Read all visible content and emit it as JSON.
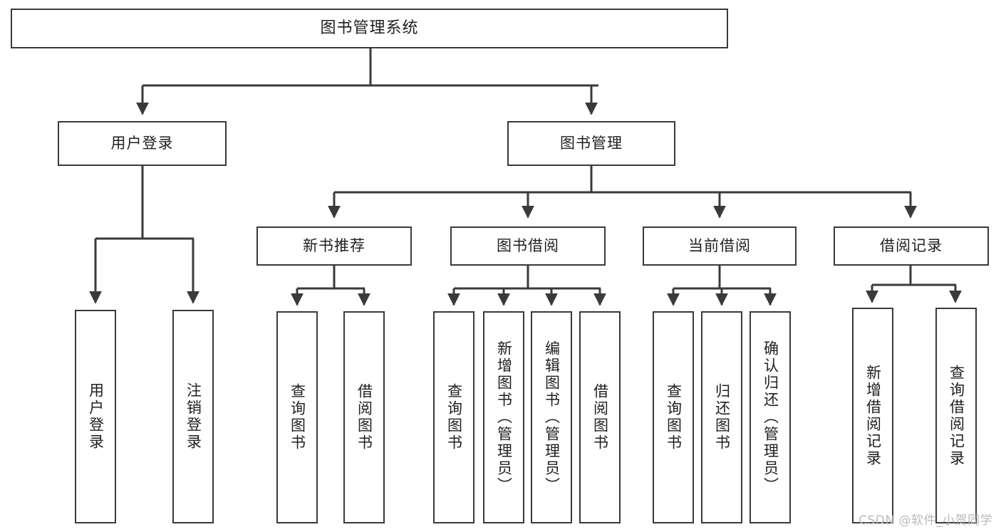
{
  "diagram": {
    "type": "tree",
    "title": "图书管理系统",
    "orientation": "top-down",
    "colors": {
      "box_border": "#3a3a3a",
      "box_fill": "#ffffff",
      "edge": "#3a3a3a",
      "text": "#1f1f1f",
      "watermark": "#b9b9b9"
    }
  },
  "nodes": {
    "root": {
      "label": "图书管理系统",
      "level": 0
    },
    "level1": [
      {
        "id": "user-login",
        "label": "用户登录"
      },
      {
        "id": "book-manage",
        "label": "图书管理"
      }
    ],
    "level2": [
      {
        "id": "new-book-recommend",
        "label": "新书推荐",
        "parent": "book-manage"
      },
      {
        "id": "book-borrow",
        "label": "图书借阅",
        "parent": "book-manage"
      },
      {
        "id": "current-borrow",
        "label": "当前借阅",
        "parent": "book-manage"
      },
      {
        "id": "borrow-record",
        "label": "借阅记录",
        "parent": "book-manage"
      }
    ],
    "leaves": [
      {
        "id": "leaf-user-login",
        "label": "用户登录",
        "parent": "user-login"
      },
      {
        "id": "leaf-logout-login",
        "label": "注销登录",
        "parent": "user-login"
      },
      {
        "id": "leaf-query-book-1",
        "label": "查询图书",
        "parent": "new-book-recommend"
      },
      {
        "id": "leaf-borrow-book-1",
        "label": "借阅图书",
        "parent": "new-book-recommend"
      },
      {
        "id": "leaf-query-book-2",
        "label": "查询图书",
        "parent": "book-borrow"
      },
      {
        "id": "leaf-add-book",
        "label": "新增图书（管理员）",
        "parent": "book-borrow"
      },
      {
        "id": "leaf-edit-book",
        "label": "编辑图书（管理员）",
        "parent": "book-borrow"
      },
      {
        "id": "leaf-borrow-book-2",
        "label": "借阅图书",
        "parent": "book-borrow"
      },
      {
        "id": "leaf-query-book-3",
        "label": "查询图书",
        "parent": "current-borrow"
      },
      {
        "id": "leaf-return-book",
        "label": "归还图书",
        "parent": "current-borrow"
      },
      {
        "id": "leaf-confirm-return",
        "label": "确认归还（管理员）",
        "parent": "current-borrow"
      },
      {
        "id": "leaf-add-record",
        "label": "新增借阅记录",
        "parent": "borrow-record"
      },
      {
        "id": "leaf-query-record",
        "label": "查询借阅记录",
        "parent": "borrow-record"
      }
    ]
  },
  "watermark": {
    "text": "CSDN @软件_小贺同学"
  }
}
